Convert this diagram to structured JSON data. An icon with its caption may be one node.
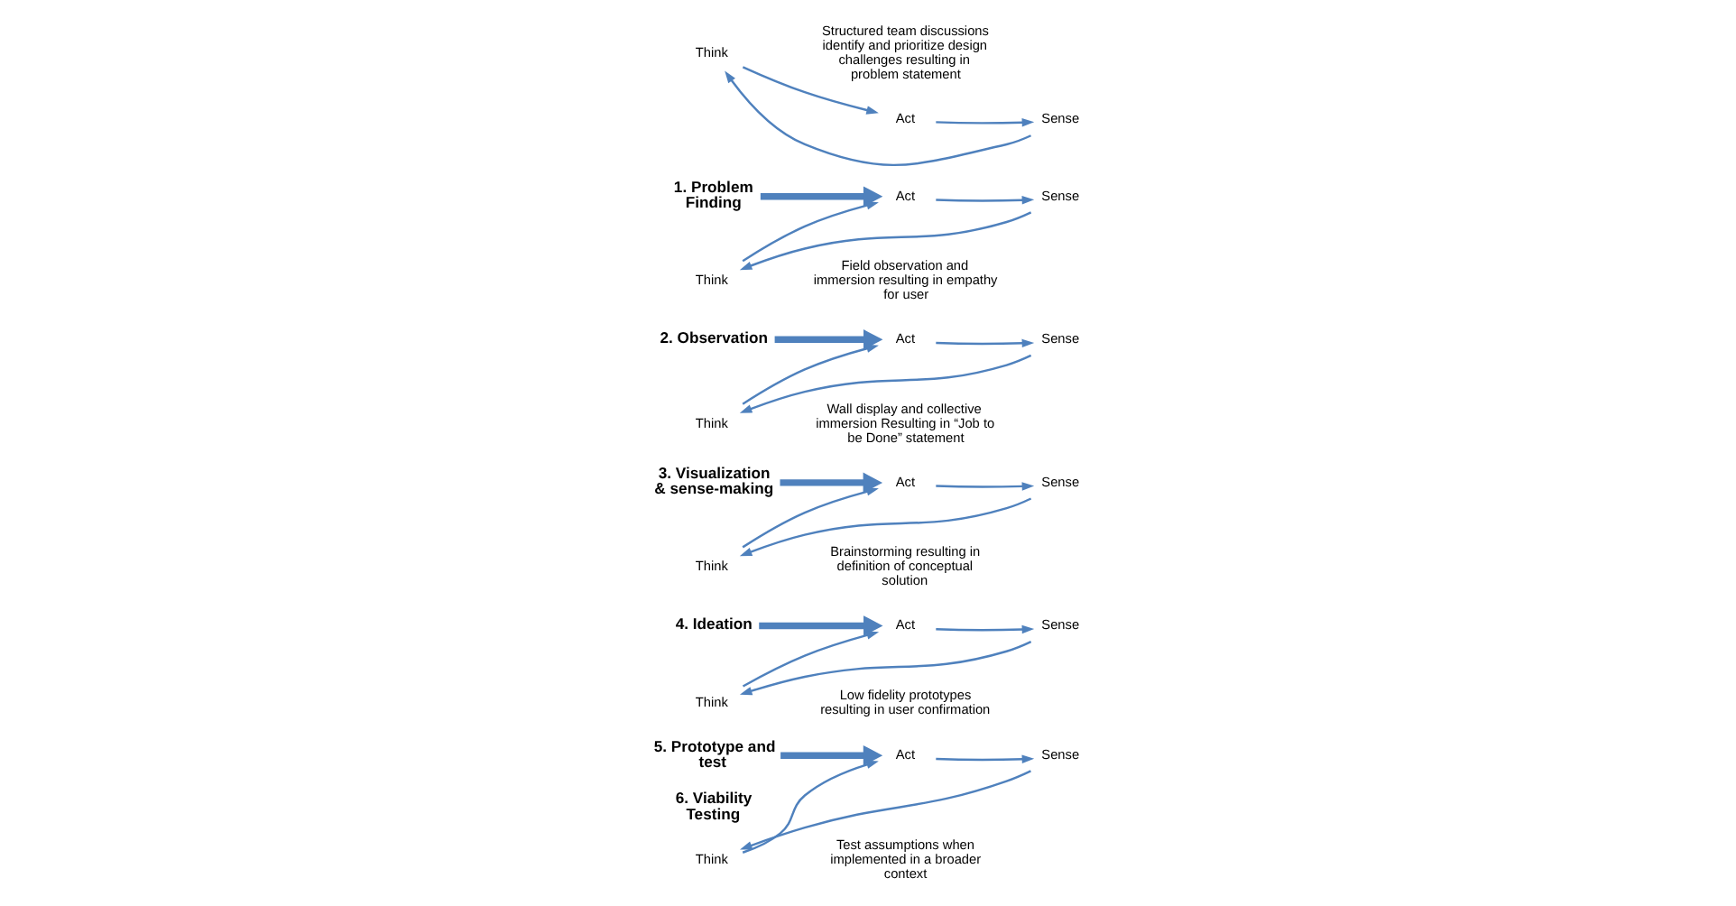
{
  "diagram": {
    "nodes": [
      {
        "text": [
          "1. Problem Finding"
        ]
      },
      {
        "text": [
          "Act"
        ]
      },
      {
        "text": [
          "Sense"
        ]
      },
      {
        "text": [
          "Think"
        ]
      },
      {
        "text": [
          "2. Observation"
        ]
      },
      {
        "text": [
          "Act"
        ]
      },
      {
        "text": [
          "Sense"
        ]
      },
      {
        "text": [
          "Think"
        ]
      },
      {
        "text": [
          "3. Visualization & sense-making"
        ]
      },
      {
        "text": [
          "Act"
        ]
      },
      {
        "text": [
          "Sense"
        ]
      },
      {
        "text": [
          "Think"
        ]
      },
      {
        "text": [
          "4. Ideation"
        ]
      },
      {
        "text": [
          "Act"
        ]
      },
      {
        "text": [
          "Sense"
        ]
      },
      {
        "text": [
          "Think"
        ]
      },
      {
        "text": [
          "5. Prototype and test"
        ]
      },
      {
        "text": [
          "Act"
        ]
      },
      {
        "text": [
          "Sense"
        ]
      },
      {
        "text": [
          "Think"
        ]
      },
      {
        "text": [
          "6. Viability Testing"
        ]
      },
      {
        "text": [
          "Act"
        ]
      },
      {
        "text": [
          "Sense"
        ]
      },
      {
        "text": [
          "Think"
        ]
      }
    ],
    "edges": [
      {
        "from": 1,
        "to": 2,
        "arrow": "to"
      },
      {
        "from": 2,
        "to": 3,
        "arrow": "to"
      },
      {
        "from": 3,
        "to": 1,
        "arrow": "to"
      },
      {
        "from": 0,
        "to": 5,
        "arrow": "to",
        "style": "thick"
      },
      {
        "from": 5,
        "to": 6,
        "arrow": "to"
      },
      {
        "from": 6,
        "to": 7,
        "arrow": "to"
      },
      {
        "from": 7,
        "to": 5,
        "arrow": "to"
      },
      {
        "from": 4,
        "to": 9,
        "arrow": "to",
        "style": "thick"
      },
      {
        "from": 9,
        "to": 10,
        "arrow": "to"
      },
      {
        "from": 10,
        "to": 11,
        "arrow": "to"
      },
      {
        "from": 11,
        "to": 9,
        "arrow": "to"
      },
      {
        "from": 8,
        "to": 13,
        "arrow": "to",
        "style": "thick"
      },
      {
        "from": 13,
        "to": 14,
        "arrow": "to"
      },
      {
        "from": 14,
        "to": 15,
        "arrow": "to"
      },
      {
        "from": 15,
        "to": 13,
        "arrow": "to"
      },
      {
        "from": 12,
        "to": 17,
        "arrow": "to",
        "style": "thick"
      },
      {
        "from": 17,
        "to": 18,
        "arrow": "to"
      },
      {
        "from": 18,
        "to": 19,
        "arrow": "to"
      },
      {
        "from": 19,
        "to": 17,
        "arrow": "to"
      },
      {
        "from": 16,
        "to": 21,
        "arrow": "to",
        "style": "thick"
      },
      {
        "from": 21,
        "to": 22,
        "arrow": "to"
      },
      {
        "from": 22,
        "to": 23,
        "arrow": "to"
      },
      {
        "from": 23,
        "to": 21,
        "arrow": "to"
      }
    ],
    "labels": [
      "Test assumptions when implemented in a broader context",
      "Low fidelity prototypes resulting in user confirmation",
      "Brainstorming resulting in definition of conceptual solution",
      "Wall display and collective immersion Resulting in “Job to be Done” statement",
      "Field observation and immersion resulting in empathy for user",
      "Structured team discussions identify and prioritize design challenges resulting in problem statement"
    ]
  }
}
